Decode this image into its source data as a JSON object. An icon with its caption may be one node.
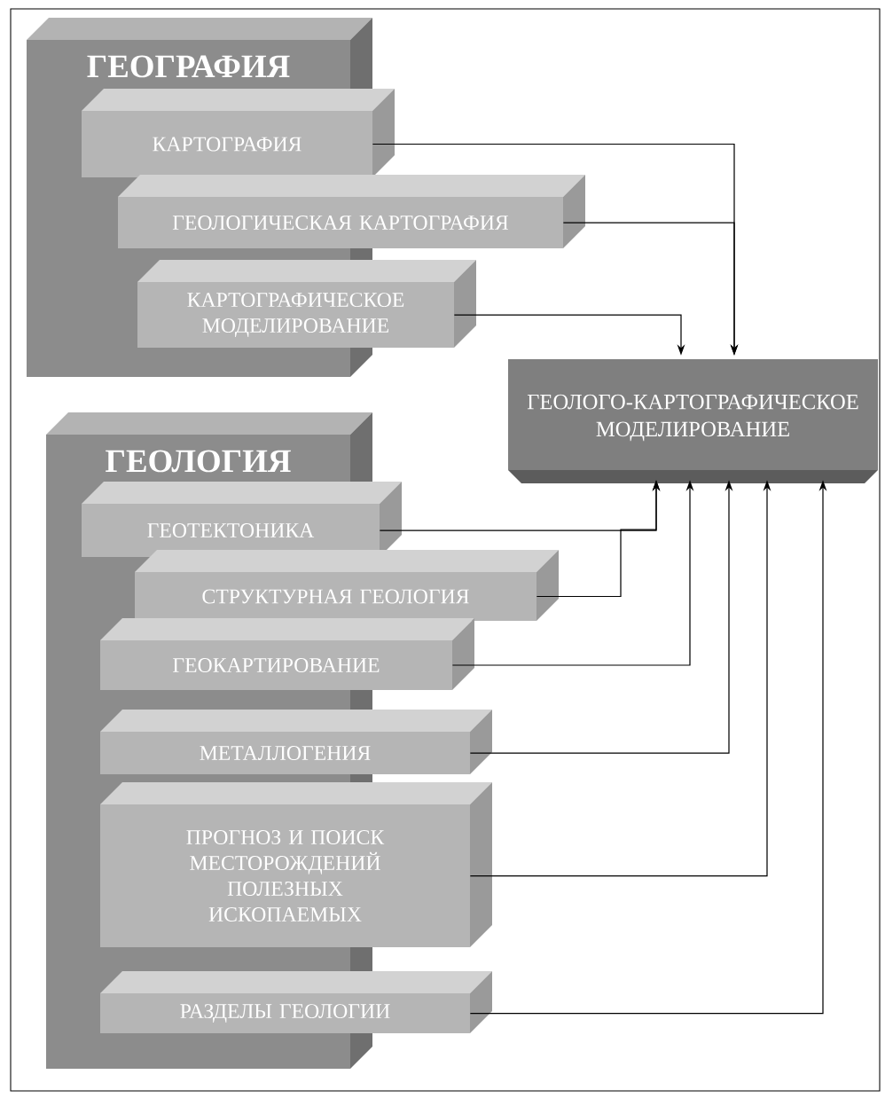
{
  "diagram": {
    "nodes": [
      {
        "text": [
          "ГЕОГРАФИЯ"
        ]
      },
      {
        "text": [
          "КАРТОГРАФИЯ"
        ]
      },
      {
        "text": [
          "ГЕОЛОГИЧЕСКАЯ КАРТОГРАФИЯ"
        ]
      },
      {
        "text": [
          "КАРТОГРАФИЧЕСКОЕ МОДЕЛИРОВАНИЕ"
        ]
      },
      {
        "text": [
          "ГЕОЛОГО-КАРТОГРАФИЧЕСКОЕ МОДЕЛИРОВАНИЕ"
        ]
      },
      {
        "text": [
          "ГЕОЛОГИЯ"
        ]
      },
      {
        "text": [
          "ГЕОТЕКТОНИКА"
        ]
      },
      {
        "text": [
          "СТРУКТУРНАЯ ГЕОЛОГИЯ"
        ]
      },
      {
        "text": [
          "ГЕОКАРТИРОВАНИЕ"
        ]
      },
      {
        "text": [
          "МЕТАЛЛОГЕНИЯ"
        ]
      },
      {
        "text": [
          "ПРОГНОЗ И ПОИСК МЕСТОРОЖДЕНИЙ ПОЛЕЗНЫХ ИСКОПАЕМЫХ"
        ]
      },
      {
        "text": [
          "РАЗДЕЛЫ ГЕОЛОГИИ"
        ]
      }
    ],
    "edges": [
      {
        "from": 1,
        "to": 4,
        "arrow": "to"
      },
      {
        "from": 2,
        "to": 4,
        "arrow": "to"
      },
      {
        "from": 3,
        "to": 4,
        "arrow": "to"
      },
      {
        "from": 6,
        "to": 4,
        "arrow": "to"
      },
      {
        "from": 7,
        "to": 4,
        "arrow": "to"
      },
      {
        "from": 8,
        "to": 4,
        "arrow": "to"
      },
      {
        "from": 9,
        "to": 4,
        "arrow": "to"
      },
      {
        "from": 10,
        "to": 4,
        "arrow": "to"
      },
      {
        "from": 11,
        "to": 4,
        "arrow": "to"
      }
    ]
  }
}
